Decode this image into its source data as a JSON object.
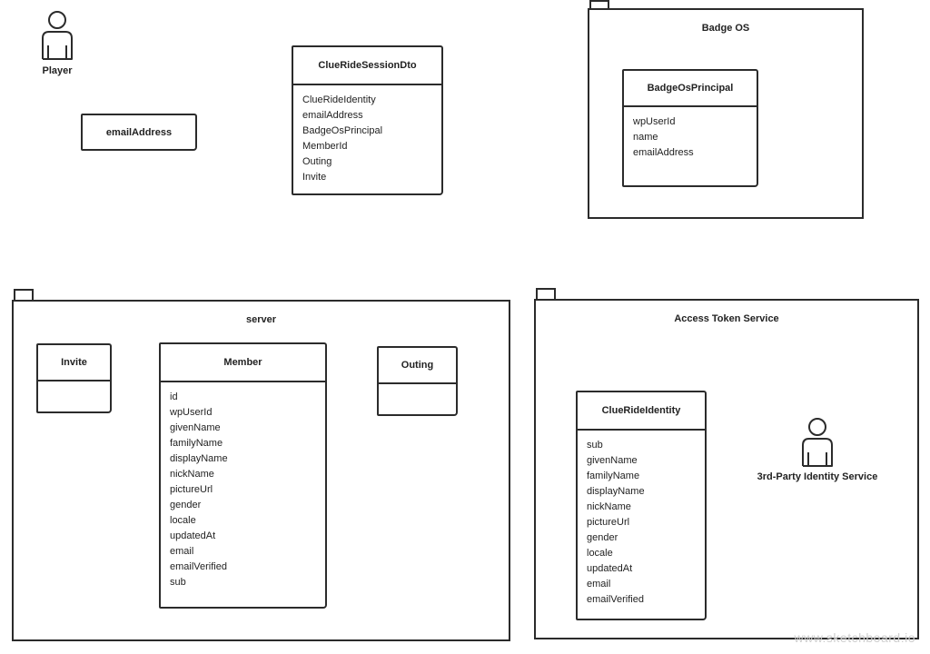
{
  "actors": {
    "player": "Player",
    "third_party": "3rd-Party Identity Service"
  },
  "standalone": {
    "email_box": "emailAddress"
  },
  "session_dto": {
    "title": "ClueRideSessionDto",
    "attributes": [
      "ClueRideIdentity",
      "emailAddress",
      "BadgeOsPrincipal",
      "MemberId",
      "Outing",
      "Invite"
    ]
  },
  "badge_os": {
    "title": "Badge OS",
    "principal": {
      "title": "BadgeOsPrincipal",
      "attributes": [
        "wpUserId",
        "name",
        "emailAddress"
      ]
    }
  },
  "server": {
    "title": "server",
    "invite": {
      "title": "Invite"
    },
    "outing": {
      "title": "Outing"
    },
    "member": {
      "title": "Member",
      "attributes": [
        "id",
        "wpUserId",
        "givenName",
        "familyName",
        "displayName",
        "nickName",
        "pictureUrl",
        "gender",
        "locale",
        "updatedAt",
        "email",
        "emailVerified",
        "sub"
      ]
    }
  },
  "access_token_service": {
    "title": "Access Token Service",
    "identity": {
      "title": "ClueRideIdentity",
      "attributes": [
        "sub",
        "givenName",
        "familyName",
        "displayName",
        "nickName",
        "pictureUrl",
        "gender",
        "locale",
        "updatedAt",
        "email",
        "emailVerified"
      ]
    }
  },
  "watermark": "www.sketchboard.io"
}
